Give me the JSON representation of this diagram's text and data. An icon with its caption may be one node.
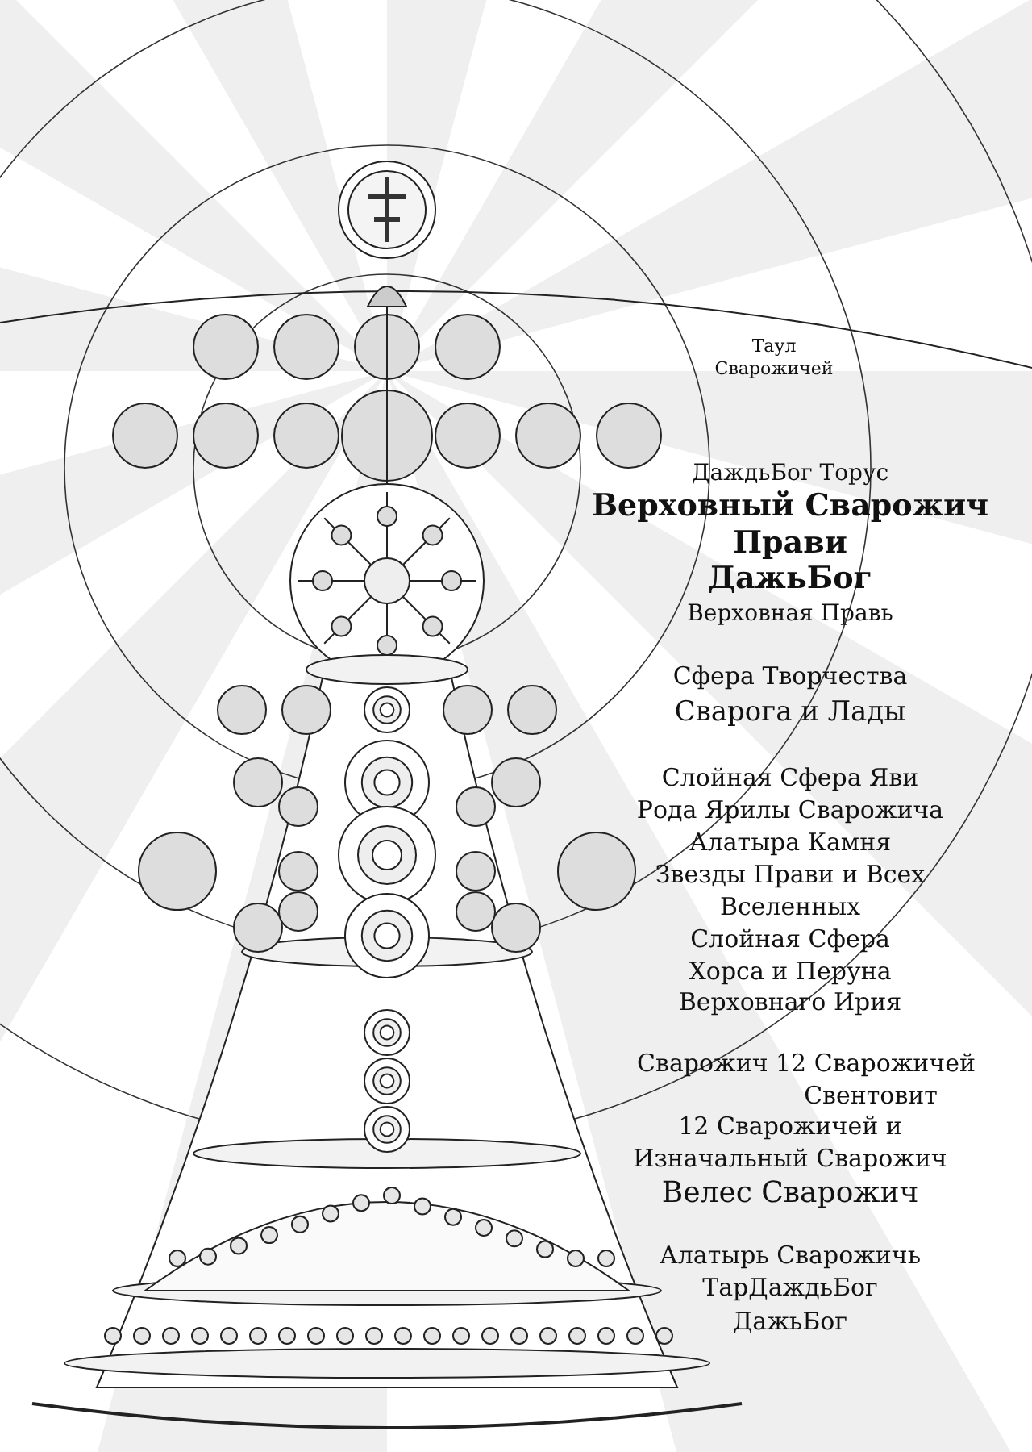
{
  "diagram": {
    "labels": [
      "Таул",
      "Сварожичей",
      "ДаждьБог Торус",
      "Верховный Сварожич",
      "Прави",
      "ДажьБог",
      "Верховная Правь",
      "Сфера Творчества",
      "Сварога и Лады",
      "Слойная Сфера Яви",
      "Рода Ярилы Сварожича",
      "Алатыра Камня",
      "Звезды Прави и Всех",
      "Вселенных",
      "Слойная Сфера",
      "Хорса и Перуна",
      "Верховнаго Ирия",
      "Сварожич 12 Сварожичей",
      "Свентовит",
      "12 Сварожичей и",
      "Изначальный Сварожич",
      "Велес Сварожич",
      "Алатырь Сварожичь",
      "ТарДаждьБог",
      "ДажьБог"
    ]
  }
}
